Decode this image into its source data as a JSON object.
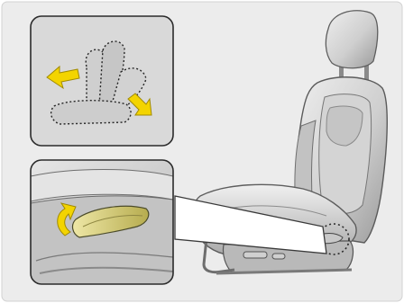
{
  "figure": {
    "subject": "power-seat-recline-adjustment",
    "colors": {
      "background": "#ffffff",
      "panel_fill": "#e8e8e8",
      "inset_fill": "#d6d6d6",
      "inset_border": "#2b2b2b",
      "seat_light": "#e2e2e2",
      "seat_mid": "#bdbdbd",
      "seat_dark": "#7a7a7a",
      "outline": "#3a3a3a",
      "arrow_yellow": "#f3d400",
      "arrow_outline": "#a08a00",
      "lever_fill": "#d8cf7a",
      "dotted": "#2a2a2a"
    },
    "icons": [
      "seat-back-position-diagram",
      "forward-arrow-icon",
      "backward-arrow-icon",
      "recline-lever",
      "rotation-arrow-icon"
    ]
  }
}
